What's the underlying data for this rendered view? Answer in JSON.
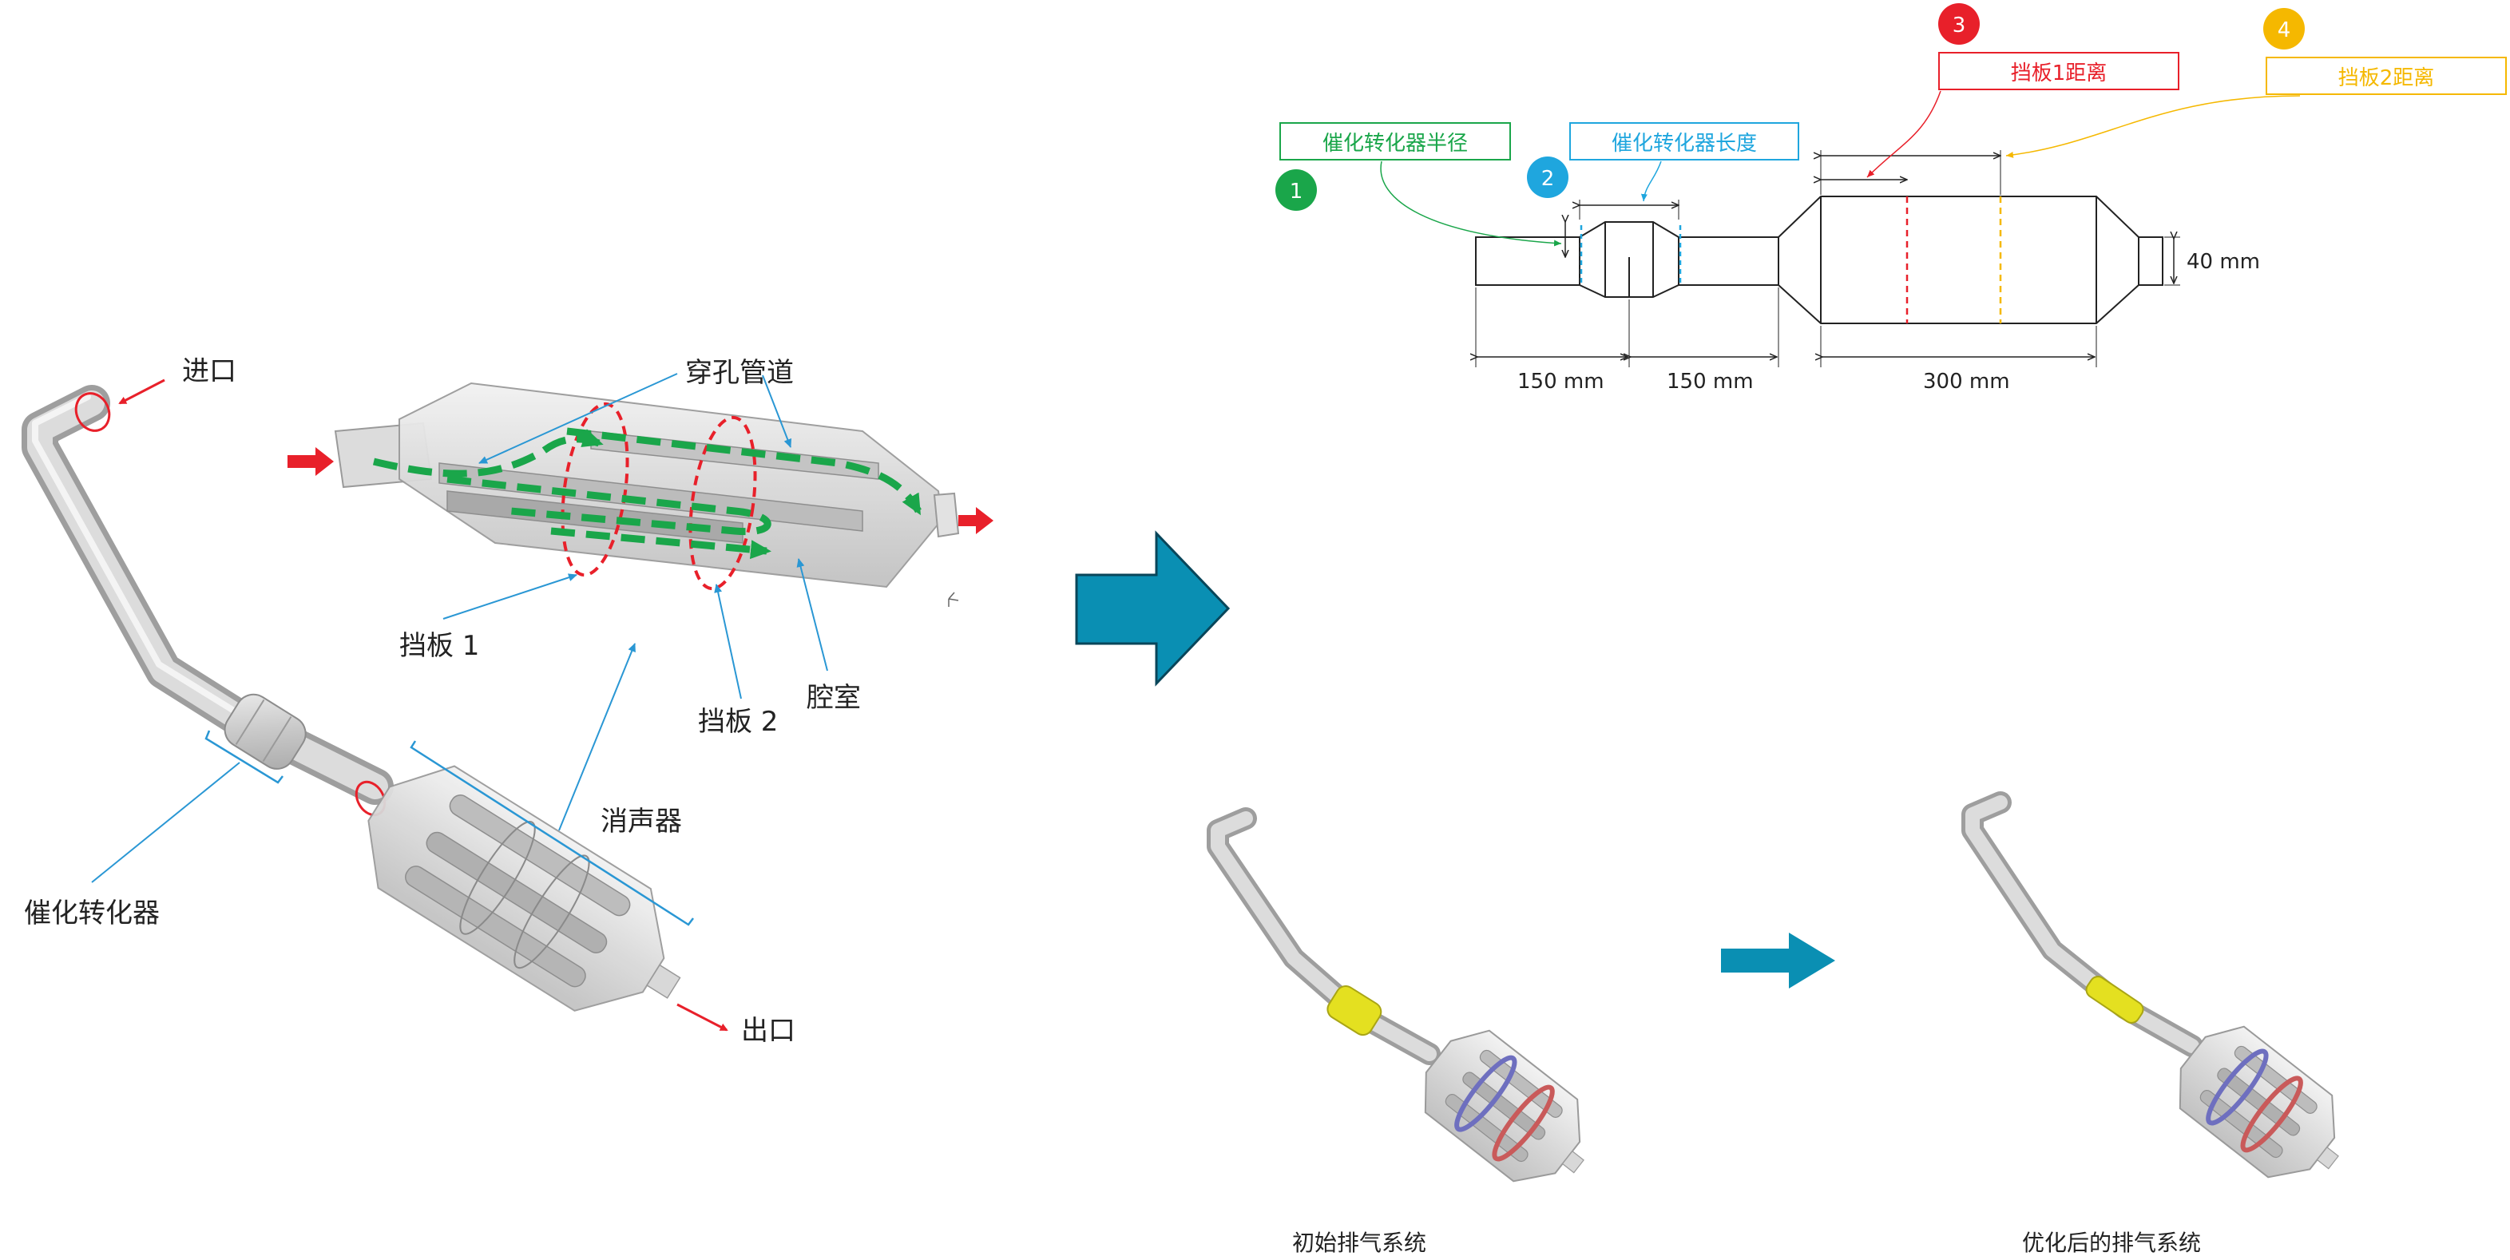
{
  "labels": {
    "inlet": "进口",
    "outlet": "出口",
    "perforated_pipe": "穿孔管道",
    "baffle1": "挡板 1",
    "baffle2": "挡板 2",
    "cavity": "腔室",
    "muffler": "消声器",
    "catalytic_converter": "催化转化器",
    "initial_system": "初始排气系统",
    "optimized_system": "优化后的排气系统"
  },
  "parameters": [
    {
      "num": "1",
      "label": "催化转化器半径",
      "color": "#1aa64a"
    },
    {
      "num": "2",
      "label": "催化转化器长度",
      "color": "#1fa6de"
    },
    {
      "num": "3",
      "label": "挡板1距离",
      "color": "#e8202a"
    },
    {
      "num": "4",
      "label": "挡板2距离",
      "color": "#f5b800"
    }
  ],
  "dimensions": {
    "d1": "150 mm",
    "d2": "150 mm",
    "d3": "300 mm",
    "d4": "40 mm"
  },
  "colors": {
    "arrow_teal": "#0a8fb3",
    "flow_green": "#1aa64a",
    "flow_arrow_red": "#e8202a",
    "leader_blue": "#2a97d4",
    "catalyst_yellow": "#e4e020",
    "baffle_blue": "#6e6fbf",
    "baffle_red": "#c95a5a"
  }
}
